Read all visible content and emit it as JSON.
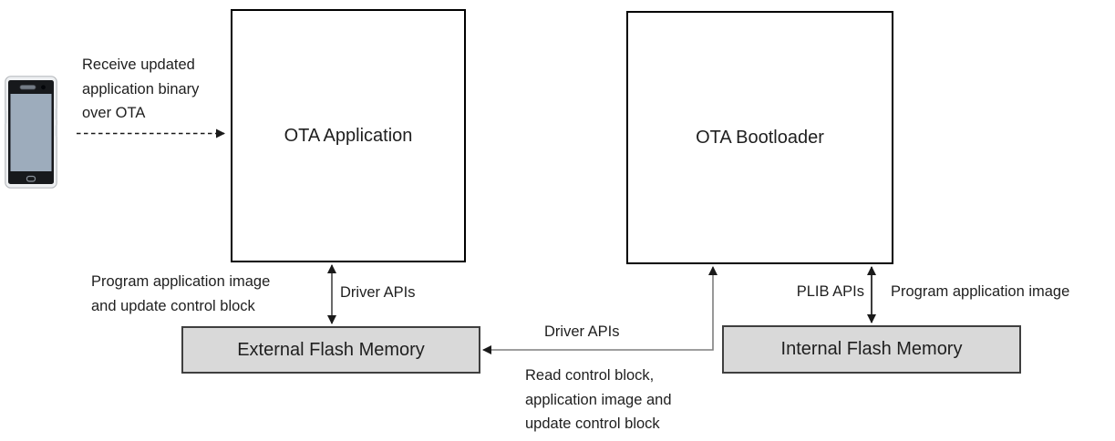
{
  "nodes": {
    "ota_application": "OTA Application",
    "ota_bootloader": "OTA Bootloader",
    "external_flash": "External Flash Memory",
    "internal_flash": "Internal Flash Memory"
  },
  "labels": {
    "receive_ota": "Receive updated\napplication binary\nover OTA",
    "program_external_flash": "Program application image\nand update control block",
    "driver_apis_external": "Driver APIs",
    "driver_apis_bootloader": "Driver APIs",
    "read_control_block": "Read control block,\napplication image and\nupdate control block",
    "plib_apis": "PLIB APIs",
    "program_internal_flash": "Program application image"
  },
  "icons": {
    "phone": "smartphone-icon"
  },
  "colors": {
    "background": "#FFFFFF",
    "process_node_fill": "#FFFFFF",
    "process_node_border": "#000000",
    "memory_node_fill": "#D9D9D9",
    "memory_node_border": "#3F3F3F",
    "connector_gray": "#7F7F7F",
    "connector_dark": "#262626",
    "arrowhead": "#1A1A1A",
    "text": "#1F1F1F",
    "phone_screen": "#9DACBC"
  }
}
